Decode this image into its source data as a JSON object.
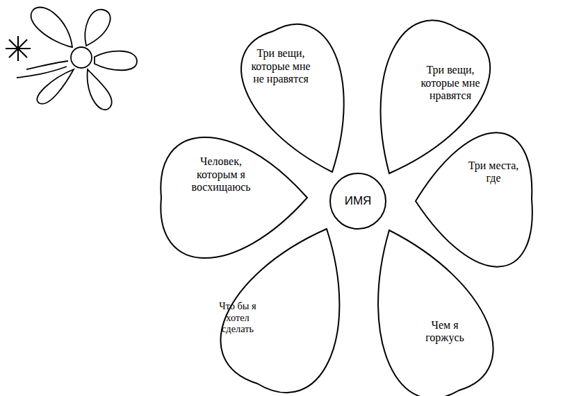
{
  "diagram": {
    "nodes": [
      {
        "text": [
          "Три вещи, которые мне не нравятся"
        ]
      },
      {
        "text": [
          "Три вещи, которые мне нравятся"
        ]
      },
      {
        "text": [
          "Человек, которым я восхищаюсь"
        ]
      },
      {
        "text": [
          "ИМЯ"
        ]
      },
      {
        "text": [
          "Три места, где"
        ]
      },
      {
        "text": [
          "Что бы я хотел сделать"
        ]
      },
      {
        "text": [
          "Чем я горжусь"
        ]
      }
    ]
  }
}
